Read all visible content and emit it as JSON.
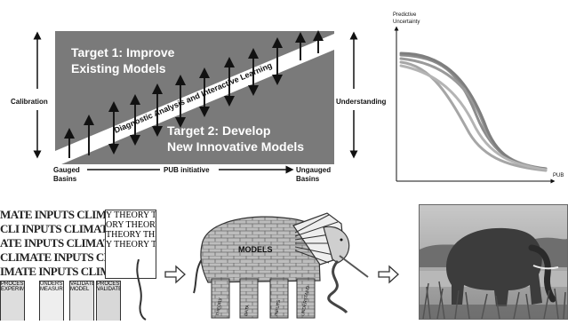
{
  "diagram": {
    "target1_line1": "Target 1: Improve",
    "target1_line2": "Existing Models",
    "target2_line1": "Target 2: Develop",
    "target2_line2": "New Innovative Models",
    "band_label": "Diagnostic Analysis and Interactive Learning",
    "left_axis_label": "Calibration",
    "right_axis_label": "Understanding",
    "bottom_left_line1": "Gauged",
    "bottom_left_line2": "Basins",
    "bottom_center": "PUB initiative",
    "bottom_right_line1": "Ungauged",
    "bottom_right_line2": "Basins"
  },
  "chart": {
    "ylabel_line1": "Predictive",
    "ylabel_line2": "Uncertainty",
    "xlabel": "PUB"
  },
  "collage": {
    "rows": [
      "MATE INPUTS  CLIMATE",
      "CLI INPUTS  CLIMATE INP",
      "ATE INPUTS  CLIMATE IN",
      "CLIMATE INPUTS  CLIMAT",
      "IMATE INPUTS  CLIMATE"
    ],
    "theory_rows": [
      "Y THEORY T",
      "ORY THEORY",
      "THEORY THEO",
      "Y THEORY TH"
    ],
    "leg_words": [
      "PROCESS",
      "UNDERSTAN",
      "VALIDATE",
      "MODEL",
      "EXPERIMEN",
      "MEASURE"
    ],
    "elephant_body_label": "MODELS",
    "elephant_leg_labels": [
      "THEORY",
      "DATA",
      "INPUTS",
      "UNDERSTAND"
    ]
  },
  "colors": {
    "panel_gray": "#7a7a7a",
    "band_white": "#ffffff",
    "arrow_dark": "#1a1a1a",
    "curve_gray": "#8c8c8c"
  }
}
